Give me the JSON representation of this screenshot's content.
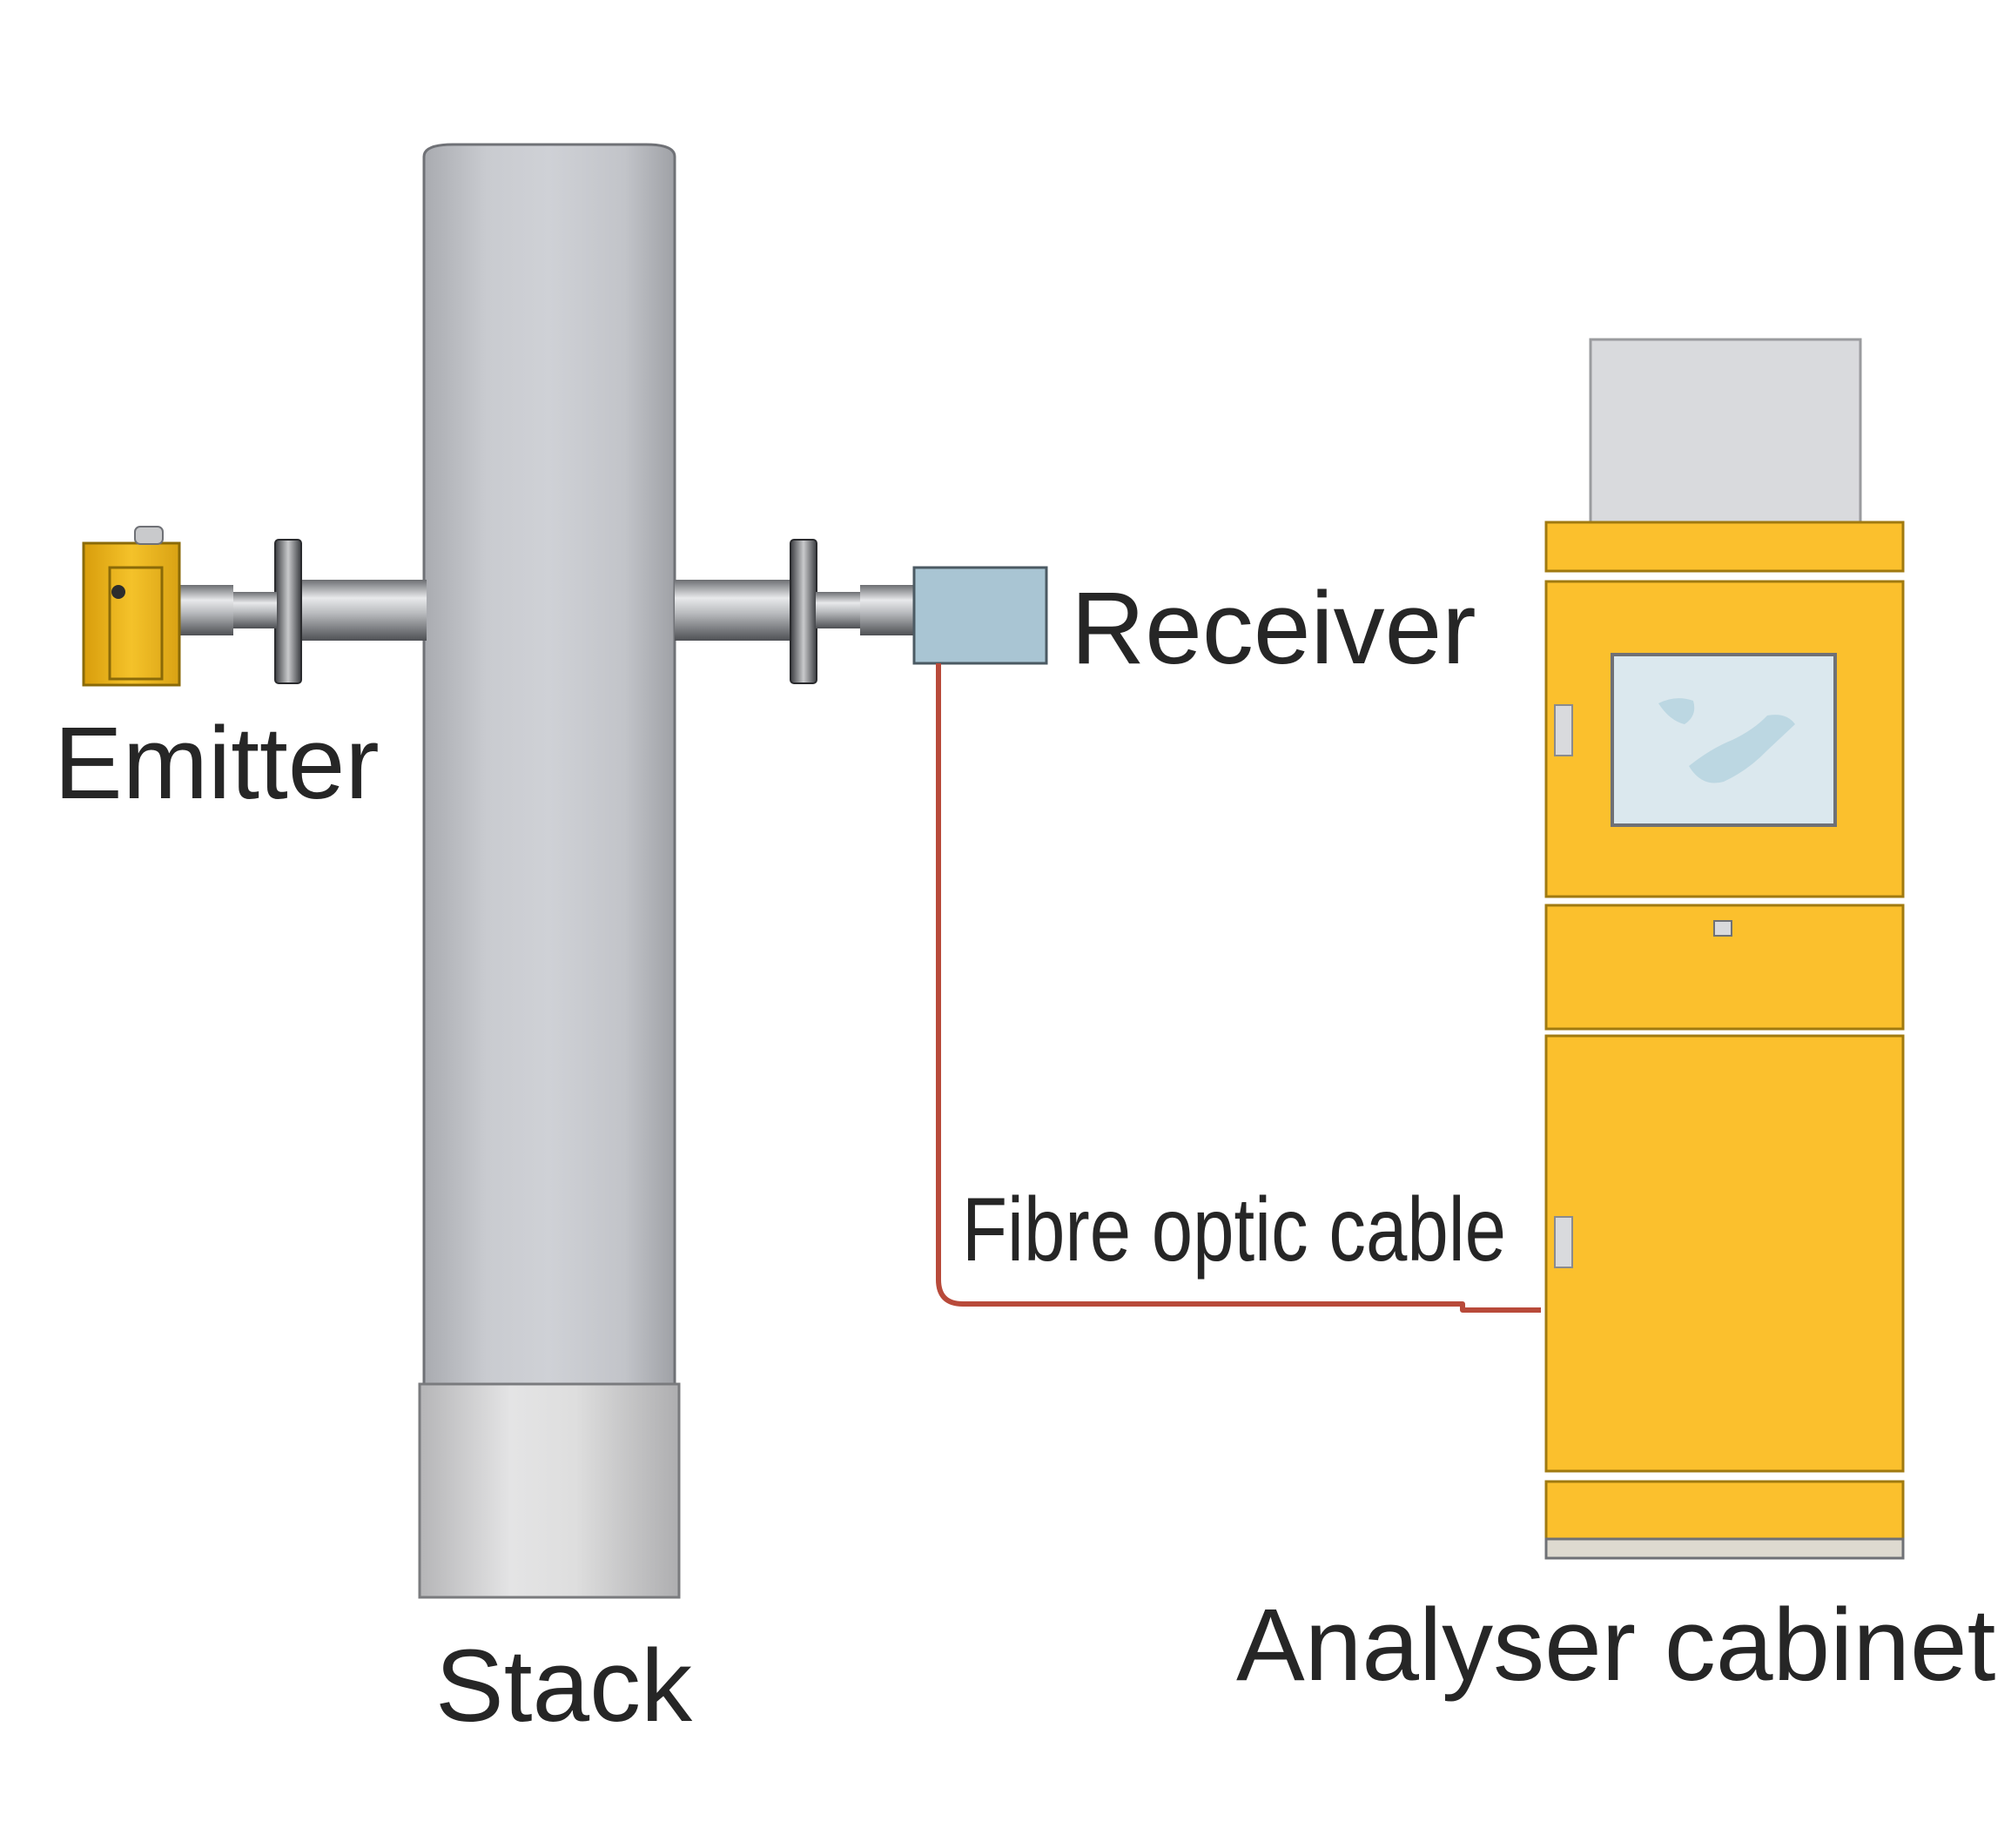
{
  "labels": {
    "emitter": "Emitter",
    "receiver": "Receiver",
    "stack": "Stack",
    "cable": "Fibre optic cable",
    "cabinet": "Analyser cabinet"
  },
  "colors": {
    "background": "#ffffff",
    "stack_body": "#c4c6cc",
    "stack_base": "#d8d8d9",
    "emitter": "#f2bb1f",
    "receiver": "#a8c4d2",
    "cabinet": "#fbc02d",
    "cabinet_top_box": "#d9dadd",
    "cabinet_screen": "#dbe8ee",
    "cable": "#b84a3a",
    "text": "#262626"
  },
  "icons": {
    "emitter": "emitter-unit-icon",
    "receiver": "receiver-box-icon",
    "cabinet": "analyser-cabinet-icon"
  }
}
